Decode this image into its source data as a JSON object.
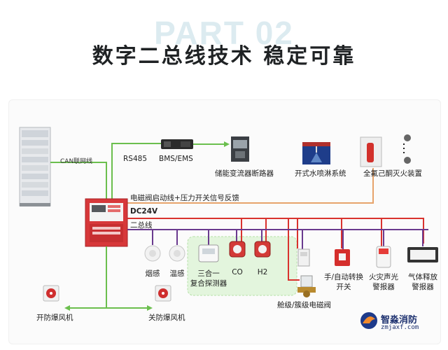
{
  "header": {
    "watermark": "PART 02",
    "title": "数字二总线技术  稳定可靠"
  },
  "labels": {
    "can_link": "CAN联网线",
    "rs485": "RS485",
    "bms_ems": "BMS/EMS",
    "breaker": "储能变流器断路器",
    "sprinkler": "开式水喷淋系统",
    "extinguisher": "全氟己酮灭火装置",
    "bus_solenoid": "电磁阀启动线+压力开关信号反馈",
    "bus_dc24v": "DC24V",
    "bus_two_wire": "二总线",
    "smoke": "烟感",
    "temp": "温感",
    "composite_line1": "三合一",
    "composite_line2": "复合探测器",
    "co": "CO",
    "h2": "H2",
    "manual_auto_line1": "手/自动转换",
    "manual_auto_line2": "开关",
    "alarm_line1": "火灾声光",
    "alarm_line2": "警报器",
    "gas_line1": "气体释放",
    "gas_line2": "警报器",
    "valve": "舱级/簇级电磁阀",
    "fan_open": "开防爆风机",
    "fan_close": "关防爆风机"
  },
  "logo": {
    "name": "智淼消防",
    "url": "zmjaxf.com"
  },
  "colors": {
    "green_line": "#6bbf4e",
    "orange_line": "#e7a36b",
    "red_line": "#d9322e",
    "purple_line": "#6a3a8f",
    "panel_red": "#d7383a",
    "highlight_box": "#e3f5dd"
  }
}
